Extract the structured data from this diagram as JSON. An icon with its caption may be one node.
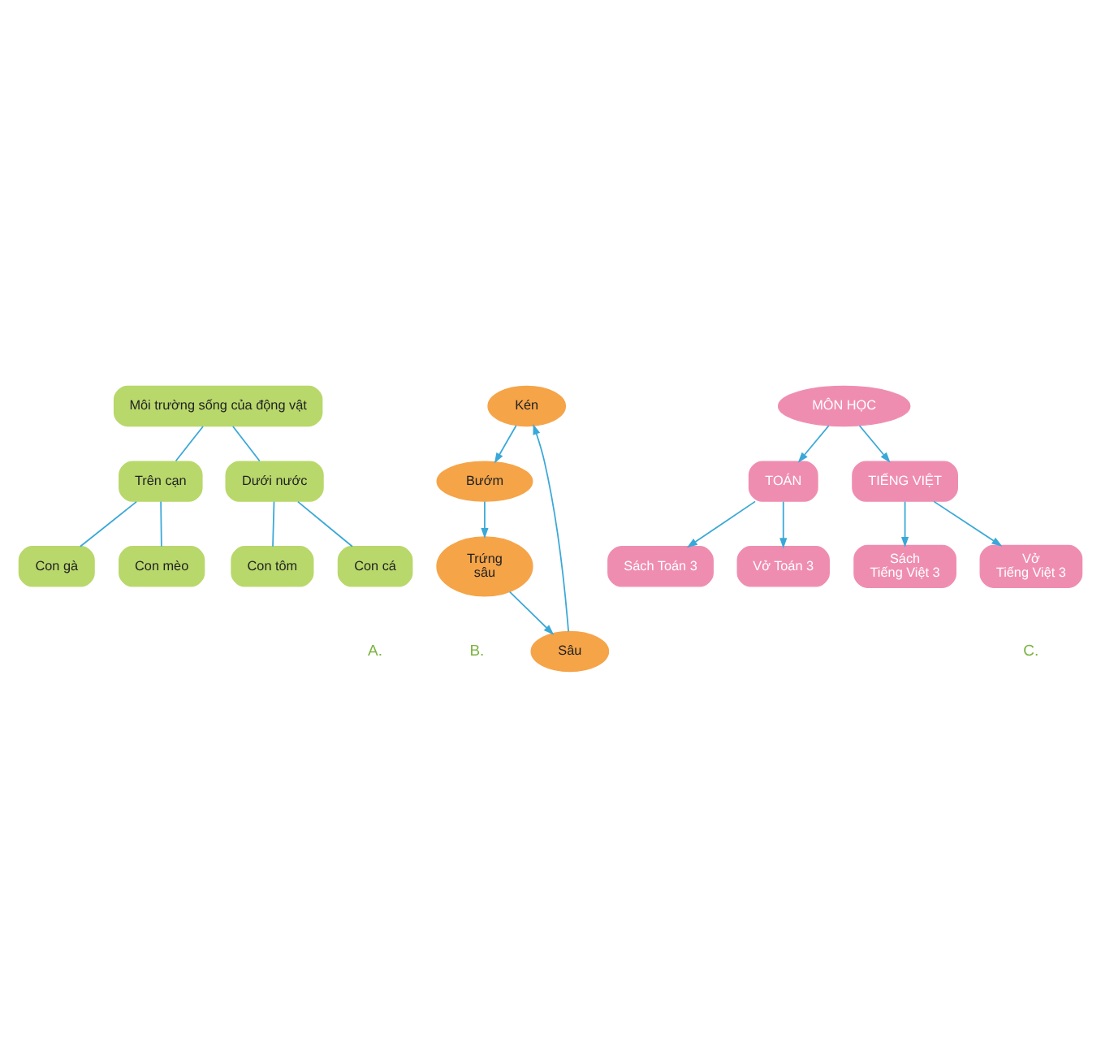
{
  "diagram": {
    "nodes": [
      {
        "text": [
          "Môi trường sống của động vật"
        ]
      },
      {
        "text": [
          "Trên cạn"
        ]
      },
      {
        "text": [
          "Con gà"
        ]
      },
      {
        "text": [
          "Con mèo"
        ]
      },
      {
        "text": [
          "Dưới nước"
        ]
      },
      {
        "text": [
          "Con tôm"
        ]
      },
      {
        "text": [
          "Con cá"
        ]
      },
      {
        "text": [
          "Kén"
        ]
      },
      {
        "text": [
          "Bướm"
        ]
      },
      {
        "text": [
          "Sâu"
        ]
      },
      {
        "text": [
          "Trứng sâu"
        ]
      },
      {
        "text": [
          "MÔN HỌC"
        ]
      },
      {
        "text": [
          "TOÁN"
        ]
      },
      {
        "text": [
          "TIẾNG VIỆT"
        ]
      },
      {
        "text": [
          "Sách Toán 3"
        ]
      },
      {
        "text": [
          "Vở Toán 3"
        ]
      },
      {
        "text": [
          "Sách Tiếng Việt 3"
        ]
      },
      {
        "text": [
          "Vở Tiếng Việt 3"
        ]
      }
    ],
    "edges": [
      {
        "from": 0,
        "to": 1,
        "arrow": "none"
      },
      {
        "from": 0,
        "to": 4,
        "arrow": "none"
      },
      {
        "from": 1,
        "to": 2,
        "arrow": "none"
      },
      {
        "from": 1,
        "to": 3,
        "arrow": "none"
      },
      {
        "from": 4,
        "to": 5,
        "arrow": "none"
      },
      {
        "from": 4,
        "to": 6,
        "arrow": "none"
      },
      {
        "from": 7,
        "to": 8,
        "arrow": "to"
      },
      {
        "from": 8,
        "to": 10,
        "arrow": "to"
      },
      {
        "from": 10,
        "to": 9,
        "arrow": "to"
      },
      {
        "from": 9,
        "to": 7,
        "arrow": "to"
      },
      {
        "from": 11,
        "to": 12,
        "arrow": "to"
      },
      {
        "from": 11,
        "to": 13,
        "arrow": "to"
      },
      {
        "from": 12,
        "to": 14,
        "arrow": "to"
      },
      {
        "from": 12,
        "to": 15,
        "arrow": "to"
      },
      {
        "from": 13,
        "to": 16,
        "arrow": "to"
      },
      {
        "from": 13,
        "to": 17,
        "arrow": "to"
      }
    ],
    "labels": [
      "A.",
      "B.",
      "C."
    ]
  }
}
